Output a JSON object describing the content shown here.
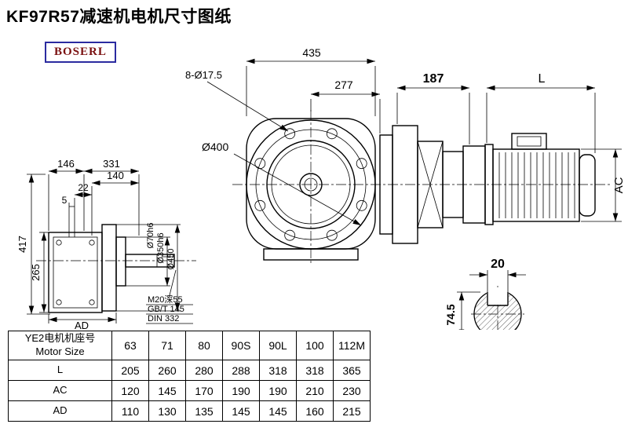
{
  "page": {
    "title": "KF97R57减速机电机尺寸图纸",
    "logo_text": "BOSERL"
  },
  "front_view": {
    "dim_width": "435",
    "dim_holes": "8-Ø17.5",
    "dim_offset": "277",
    "dim_flange": "Ø400"
  },
  "left_view": {
    "dim_146": "146",
    "dim_331": "331",
    "dim_140": "140",
    "dim_22": "22",
    "dim_5": "5",
    "dim_417": "417",
    "dim_265": "265",
    "dim_ad": "AD",
    "label_d70": "Ø70h6",
    "label_d350": "Ø350h6",
    "label_d450": "Ø450",
    "note_1": "M20深55",
    "note_2": "GB/T 145",
    "note_3": "DIN 332"
  },
  "motor_view": {
    "dim_187": "187",
    "dim_l": "L",
    "dim_ac": "AC"
  },
  "shaft_section": {
    "dim_20": "20",
    "dim_745": "74.5"
  },
  "table": {
    "header": {
      "line1": "YE2电机机座号",
      "line2": "Motor Size"
    },
    "sizes": [
      "63",
      "71",
      "80",
      "90S",
      "90L",
      "100",
      "112M"
    ],
    "rows": [
      {
        "label": "L",
        "values": [
          "205",
          "260",
          "280",
          "288",
          "318",
          "318",
          "365"
        ]
      },
      {
        "label": "AC",
        "values": [
          "120",
          "145",
          "170",
          "190",
          "190",
          "210",
          "230"
        ]
      },
      {
        "label": "AD",
        "values": [
          "110",
          "130",
          "135",
          "145",
          "145",
          "160",
          "215"
        ]
      }
    ]
  }
}
